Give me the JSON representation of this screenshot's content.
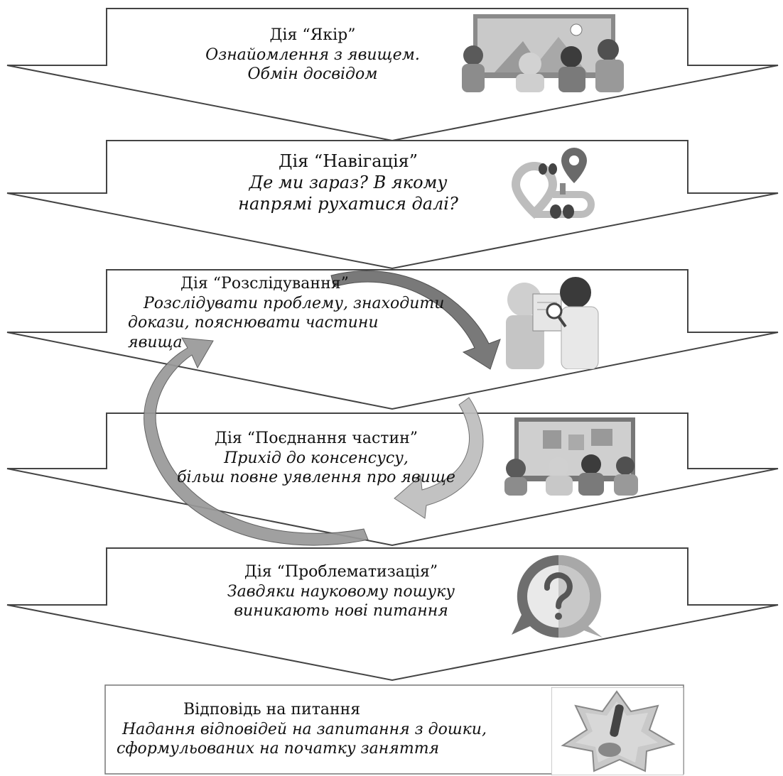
{
  "stages": [
    {
      "title": "Дія “Якір”",
      "lines": [
        "Ознайомлення з явищем.",
        "Обмін досвідом"
      ],
      "icon": "classroom-icon"
    },
    {
      "title": "Дія “Навігація”",
      "lines": [
        "Де ми зараз? В якому",
        "напрямі рухатися далі?"
      ],
      "icon": "route-map-pin-icon"
    },
    {
      "title": "Дія “Розслідування”",
      "lines": [
        "Розслідувати проблему, знаходити",
        "докази, пояснювати частини",
        "явища"
      ],
      "icon": "investigation-icon"
    },
    {
      "title": "Дія “Поєднання частин”",
      "lines": [
        "Прихід до консенсусу,",
        "більш повне уявлення про явище"
      ],
      "icon": "puzzle-board-icon"
    },
    {
      "title": "Дія “Проблематизація”",
      "lines": [
        "Завдяки науковому пошуку",
        "виникають нові питання"
      ],
      "icon": "question-bubble-icon"
    },
    {
      "title": "Відповідь на питання",
      "lines": [
        "Надання відповідей на запитання з дошки,",
        "сформульованих на початку заняття"
      ],
      "icon": "star-exclamation-icon"
    }
  ],
  "colors": {
    "stroke": "#444444",
    "cycle_dark": "#777777",
    "cycle_light": "#b8b8b8",
    "icon_mid": "#9a9a9a",
    "icon_dark": "#555555"
  }
}
